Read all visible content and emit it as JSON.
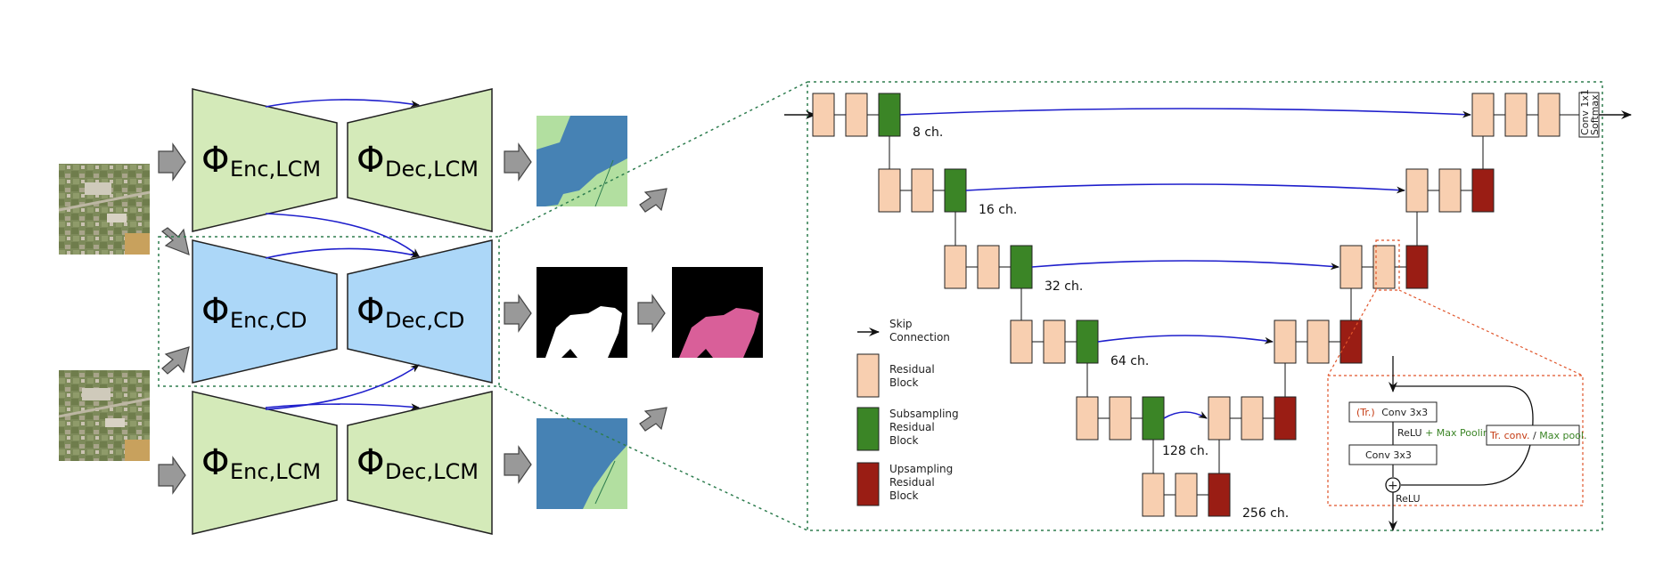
{
  "colors": {
    "lcm_block": "#d4eab9",
    "cd_block": "#acd7f8",
    "residual": "#f8cfb0",
    "subsampling": "#3b8526",
    "upsampling": "#9a1d14",
    "skip": "#1f1fcc",
    "map_water": "#4682b4",
    "map_land": "#b2dfa0",
    "mask_pink": "#d95f99",
    "dotted_green": "#2e7d4f",
    "dotted_orange": "#e0552b"
  },
  "encoders": {
    "top": {
      "phi": "Φ",
      "enc_sub": "Enc,LCM",
      "dec_sub": "Dec,LCM"
    },
    "middle": {
      "phi": "Φ",
      "enc_sub": "Enc,CD",
      "dec_sub": "Dec,CD"
    },
    "bottom": {
      "phi": "Φ",
      "enc_sub": "Enc,LCM",
      "dec_sub": "Dec,LCM"
    }
  },
  "unet": {
    "channels": [
      "8 ch.",
      "16 ch.",
      "32 ch.",
      "64 ch.",
      "128 ch.",
      "256 ch."
    ],
    "output_head": [
      "Conv 1x1",
      "Softmax"
    ]
  },
  "legend": {
    "skip": [
      "Skip",
      "Connection"
    ],
    "residual": [
      "Residual",
      "Block"
    ],
    "subsampling": [
      "Subsampling",
      "Residual",
      "Block"
    ],
    "upsampling": [
      "Upsampling",
      "Residual",
      "Block"
    ]
  },
  "detail": {
    "conv1_prefix": "(Tr.)",
    "conv1": "Conv 3x3",
    "relu_label": "ReLU",
    "pool_label": " + Max Pooling",
    "conv2": "Conv 3x3",
    "shortcut_a": "Tr. conv.",
    "shortcut_sep": " / ",
    "shortcut_b": "Max pool.",
    "relu_bottom": "ReLU",
    "plus": "+"
  }
}
